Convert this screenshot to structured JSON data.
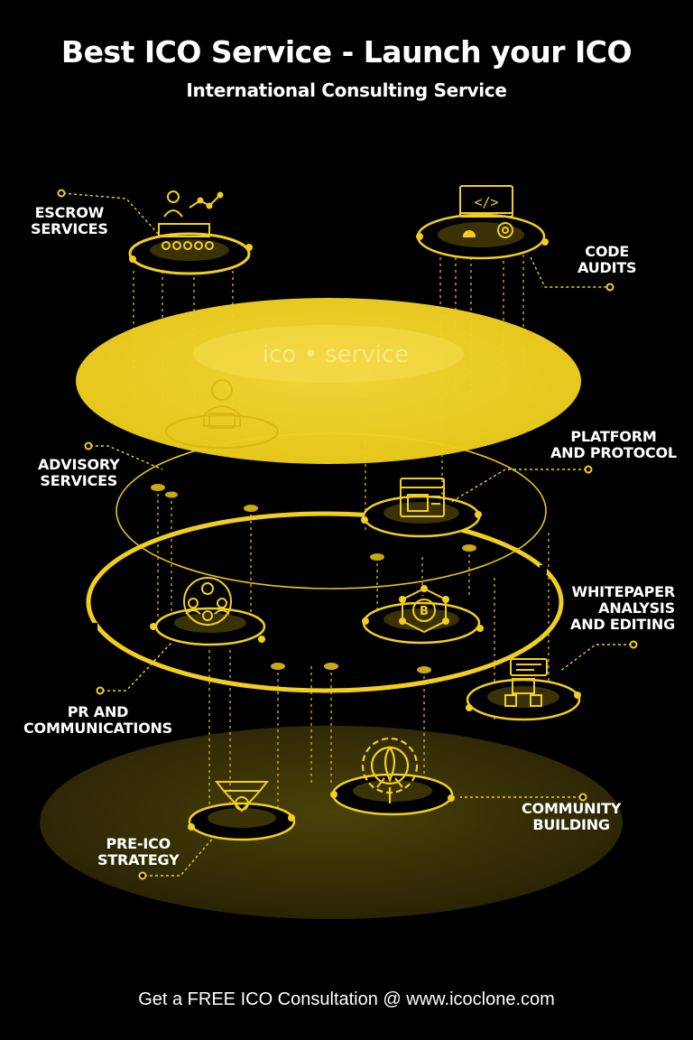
{
  "header": {
    "title": "Best ICO Service - Launch your ICO",
    "subtitle": "International Consulting Service"
  },
  "central_disc_text": "ico • service",
  "services": {
    "escrow": [
      "ESCROW",
      "SERVICES"
    ],
    "code_audits": [
      "CODE",
      "AUDITS"
    ],
    "platform": [
      "PLATFORM",
      "AND PROTOCOL"
    ],
    "advisory": [
      "ADVISORY",
      "SERVICES"
    ],
    "whitepaper": [
      "WHITEPAPER",
      "ANALYSIS",
      "AND EDITING"
    ],
    "pr": [
      "PR AND",
      "COMMUNICATIONS"
    ],
    "community": [
      "COMMUNITY",
      "BUILDING"
    ],
    "pre_ico": [
      "PRE-ICO",
      "STRATEGY"
    ]
  },
  "footer": {
    "cta": "Get a FREE ICO Consultation @ www.icoclone.com"
  },
  "colors": {
    "background": "#000000",
    "accent": "#f2cf1c",
    "accent_dark": "#3a3205",
    "text": "#ffffff"
  }
}
